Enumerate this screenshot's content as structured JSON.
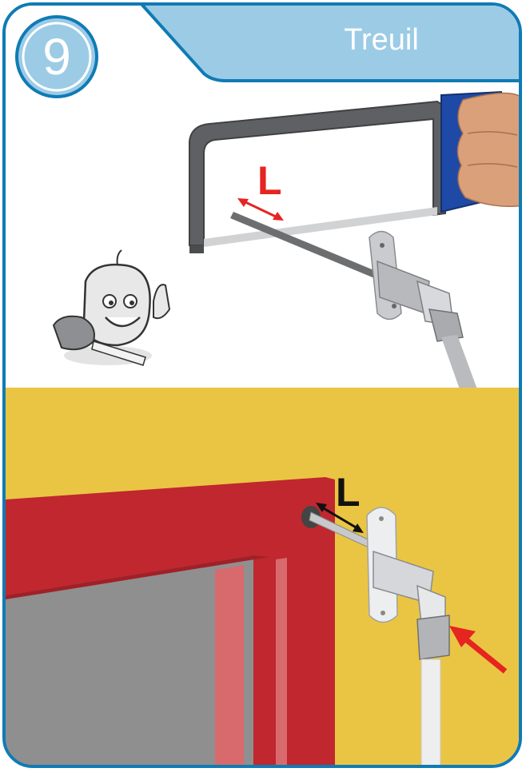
{
  "header": {
    "step_number": "9",
    "title": "Treuil"
  },
  "illustrations": {
    "top": {
      "measure_label": "L",
      "icons": [
        "hacksaw-icon",
        "mascot-tape-measure-icon",
        "rod-bracket-icon"
      ]
    },
    "bottom": {
      "measure_label": "L",
      "icons": [
        "window-frame-icon",
        "rod-bracket-icon",
        "red-arrow-icon"
      ]
    }
  },
  "colors": {
    "border": "#0f7bb5",
    "header_fill": "#9ccbe6",
    "measure_label_top": "#e62420",
    "measure_label_bottom": "#111111",
    "wall_yellow": "#e8c23e",
    "frame_red": "#c0272f",
    "arrow_red": "#e62420"
  }
}
